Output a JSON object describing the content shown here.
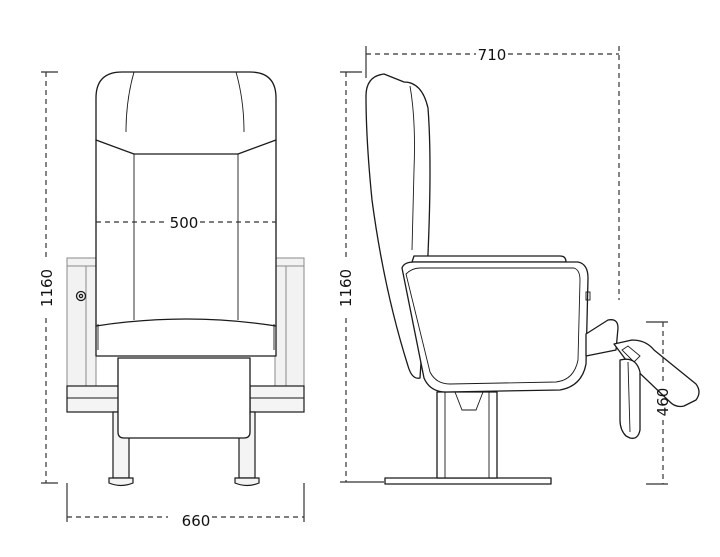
{
  "dimensions": {
    "front_height": "1160",
    "front_seat_width": "500",
    "front_overall_width": "660",
    "side_height": "1160",
    "side_depth": "710",
    "side_table_height": "460"
  }
}
